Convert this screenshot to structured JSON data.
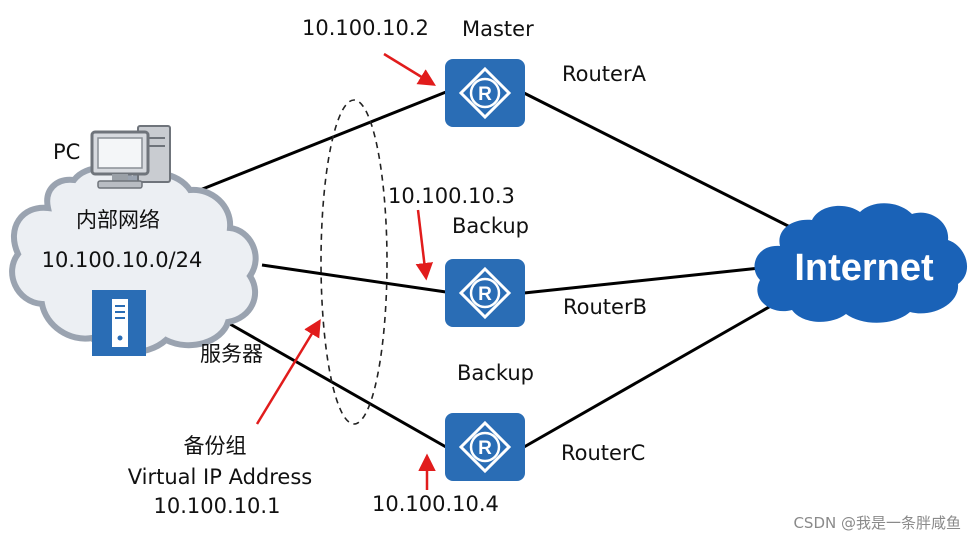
{
  "colors": {
    "router": "#2a6db5",
    "cloud_outline": "#9aa3b0",
    "cloud_fill": "#eceff3",
    "internet_cloud": "#1a62b7",
    "arrow": "#e11c1c",
    "line": "#000000"
  },
  "icons": {
    "pc": "pc-icon",
    "server": "server-icon",
    "router": "router-icon",
    "cloud": "cloud-icon"
  },
  "pc": {
    "label": "PC"
  },
  "intranet": {
    "name": "内部网络",
    "subnet": "10.100.10.0/24"
  },
  "server": {
    "label": "服务器"
  },
  "backup_group": {
    "name": "备份组",
    "vip_label": "Virtual IP Address",
    "vip": "10.100.10.1"
  },
  "routers": [
    {
      "name": "RouterA",
      "role": "Master",
      "ip": "10.100.10.2"
    },
    {
      "name": "RouterB",
      "role": "Backup",
      "ip": "10.100.10.3"
    },
    {
      "name": "RouterC",
      "role": "Backup",
      "ip": "10.100.10.4"
    }
  ],
  "internet": {
    "label": "Internet"
  },
  "watermark": "CSDN @我是一条胖咸鱼"
}
